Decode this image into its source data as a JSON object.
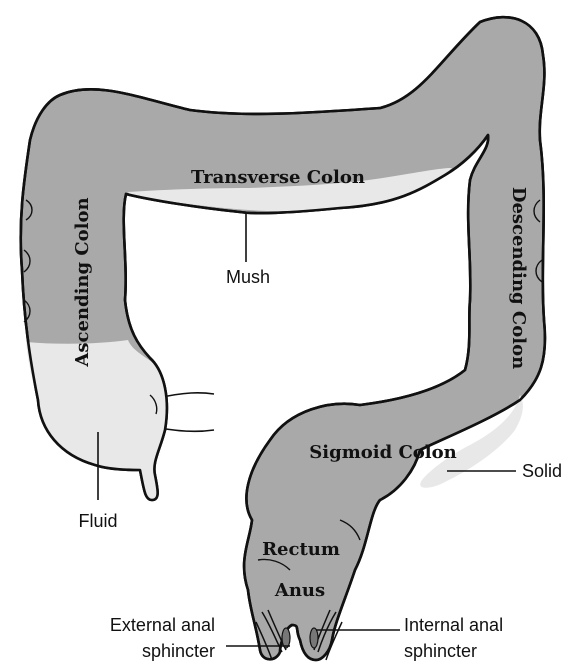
{
  "diagram": {
    "colors": {
      "tissue": "#a9a9a9",
      "content_light": "#e8e8e8",
      "outline": "#111111",
      "background": "#ffffff"
    },
    "sections": {
      "transverse": "Transverse Colon",
      "ascending": "Ascending Colon",
      "descending": "Descending Colon",
      "sigmoid": "Sigmoid Colon",
      "rectum": "Rectum",
      "anus": "Anus"
    },
    "callouts": {
      "mush": "Mush",
      "fluid": "Fluid",
      "solid": "Solid",
      "external_line1": "External anal",
      "external_line2": "sphincter",
      "internal_line1": "Internal anal",
      "internal_line2": "sphincter"
    }
  }
}
